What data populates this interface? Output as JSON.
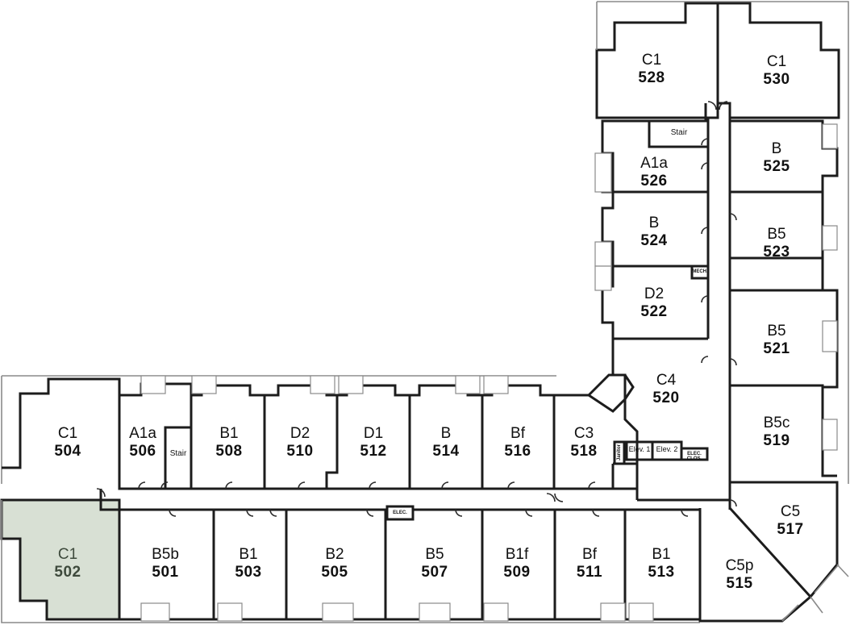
{
  "units": [
    {
      "type": "C1",
      "number": "528"
    },
    {
      "type": "C1",
      "number": "530"
    },
    {
      "type": "A1a",
      "number": "526"
    },
    {
      "type": "B",
      "number": "525"
    },
    {
      "type": "B",
      "number": "524"
    },
    {
      "type": "B5",
      "number": "523"
    },
    {
      "type": "D2",
      "number": "522"
    },
    {
      "type": "B5",
      "number": "521"
    },
    {
      "type": "C4",
      "number": "520"
    },
    {
      "type": "B5c",
      "number": "519"
    },
    {
      "type": "C5",
      "number": "517"
    },
    {
      "type": "C5p",
      "number": "515"
    },
    {
      "type": "C1",
      "number": "504"
    },
    {
      "type": "A1a",
      "number": "506"
    },
    {
      "type": "B1",
      "number": "508"
    },
    {
      "type": "D2",
      "number": "510"
    },
    {
      "type": "D1",
      "number": "512"
    },
    {
      "type": "B",
      "number": "514"
    },
    {
      "type": "Bf",
      "number": "516"
    },
    {
      "type": "C3",
      "number": "518"
    },
    {
      "type": "C1",
      "number": "502"
    },
    {
      "type": "B5b",
      "number": "501"
    },
    {
      "type": "B1",
      "number": "503"
    },
    {
      "type": "B2",
      "number": "505"
    },
    {
      "type": "B5",
      "number": "507"
    },
    {
      "type": "B1f",
      "number": "509"
    },
    {
      "type": "Bf",
      "number": "511"
    },
    {
      "type": "B1",
      "number": "513"
    }
  ],
  "labels": {
    "stair_top": "Stair",
    "stair_west": "Stair",
    "elev1": "Elev. 1",
    "elev2": "Elev. 2",
    "mech": "MECH.",
    "elec_clos": "ELEC. CLOS.",
    "elec": "ELEC.",
    "janitor": "Janitor"
  },
  "highlight_color": "#d8e0d4",
  "wall_color": "#1c1c1c"
}
